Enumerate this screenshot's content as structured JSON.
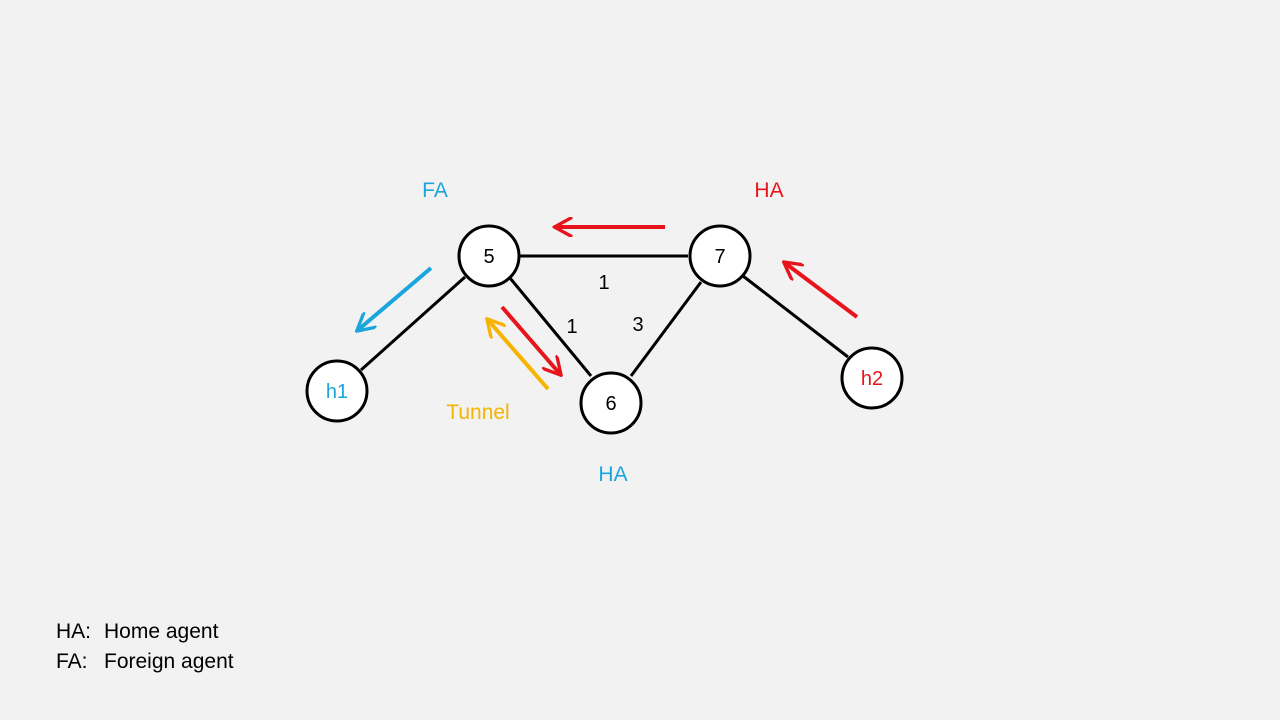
{
  "colors": {
    "blue": "#1aa6dc",
    "red": "#e8141c",
    "orange": "#f5b400",
    "black": "#000000",
    "background": "#f2f2f2"
  },
  "nodes": [
    {
      "id": "n5",
      "label": "5",
      "color": "#000000"
    },
    {
      "id": "n7",
      "label": "7",
      "color": "#000000"
    },
    {
      "id": "n6",
      "label": "6",
      "color": "#000000"
    },
    {
      "id": "h1",
      "label": "h1",
      "color": "#1aa6dc"
    },
    {
      "id": "h2",
      "label": "h2",
      "color": "#e8141c"
    }
  ],
  "edges": [
    {
      "from": "n5",
      "to": "n7",
      "weight": "1"
    },
    {
      "from": "n5",
      "to": "n6",
      "weight": "1"
    },
    {
      "from": "n7",
      "to": "n6",
      "weight": "3"
    },
    {
      "from": "n5",
      "to": "h1",
      "weight": ""
    },
    {
      "from": "n7",
      "to": "h2",
      "weight": ""
    }
  ],
  "labels": {
    "fa_top": "FA",
    "ha_top": "HA",
    "ha_bottom": "HA",
    "tunnel": "Tunnel"
  },
  "arrows": [
    {
      "name": "red-arrow-7-to-5",
      "color": "#e8141c"
    },
    {
      "name": "red-arrow-h2-to-7",
      "color": "#e8141c"
    },
    {
      "name": "blue-arrow-5-to-h1",
      "color": "#1aa6dc"
    },
    {
      "name": "red-arrow-5-to-6",
      "color": "#e8141c"
    },
    {
      "name": "orange-arrow-6-to-5",
      "color": "#f5b400"
    }
  ],
  "legend": [
    {
      "key": "HA:",
      "value": "Home agent"
    },
    {
      "key": "FA:",
      "value": "Foreign agent"
    }
  ]
}
